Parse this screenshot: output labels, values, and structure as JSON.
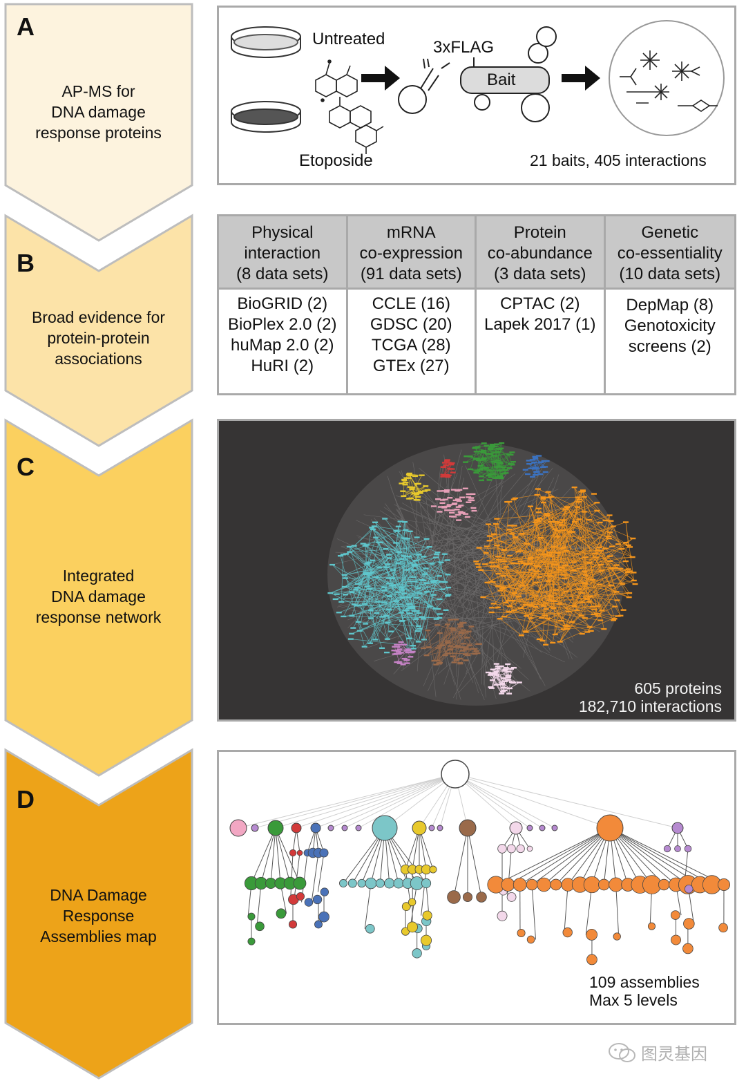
{
  "stages": [
    {
      "letter": "A",
      "text": "AP-MS for\nDNA damage\nresponse proteins",
      "color": "#fdf3de"
    },
    {
      "letter": "B",
      "text": "Broad evidence for\nprotein-protein\nassociations",
      "color": "#fce3a8"
    },
    {
      "letter": "C",
      "text": "Integrated\nDNA damage\nresponse network",
      "color": "#fbd05f"
    },
    {
      "letter": "D",
      "text": "DNA Damage\nResponse\nAssemblies map",
      "color": "#eda319"
    }
  ],
  "panel_a": {
    "untreated": "Untreated",
    "etoposide": "Etoposide",
    "tag": "3xFLAG",
    "bait": "Bait",
    "stat": "21 baits, 405 interactions"
  },
  "panel_b": {
    "columns": [
      {
        "header": "Physical\ninteraction\n(8 data sets)",
        "items": [
          "BioGRID (2)",
          "BioPlex 2.0 (2)",
          "huMap 2.0 (2)",
          "HuRI (2)"
        ]
      },
      {
        "header": "mRNA\nco-expression\n(91 data sets)",
        "items": [
          "CCLE (16)",
          "GDSC (20)",
          "TCGA (28)",
          "GTEx (27)"
        ]
      },
      {
        "header": "Protein\nco-abundance\n(3 data sets)",
        "items": [
          "CPTAC (2)",
          "Lapek 2017 (1)"
        ]
      },
      {
        "header": "Genetic\nco-essentiality\n(10 data sets)",
        "items": [
          "DepMap (8)",
          "Genotoxicity",
          "screens (2)"
        ]
      }
    ]
  },
  "panel_c": {
    "stat": "605 proteins\n182,710 interactions",
    "cluster_colors": [
      "#5fc6cc",
      "#f4951c",
      "#3a9a3a",
      "#e8c92c",
      "#e8a0b8",
      "#d23a3a",
      "#3b72c0",
      "#9a6a4a",
      "#f3d8ea",
      "#c582c5"
    ]
  },
  "panel_d": {
    "stat": "109 assemblies\nMax 5 levels"
  },
  "watermark": "图灵基因"
}
